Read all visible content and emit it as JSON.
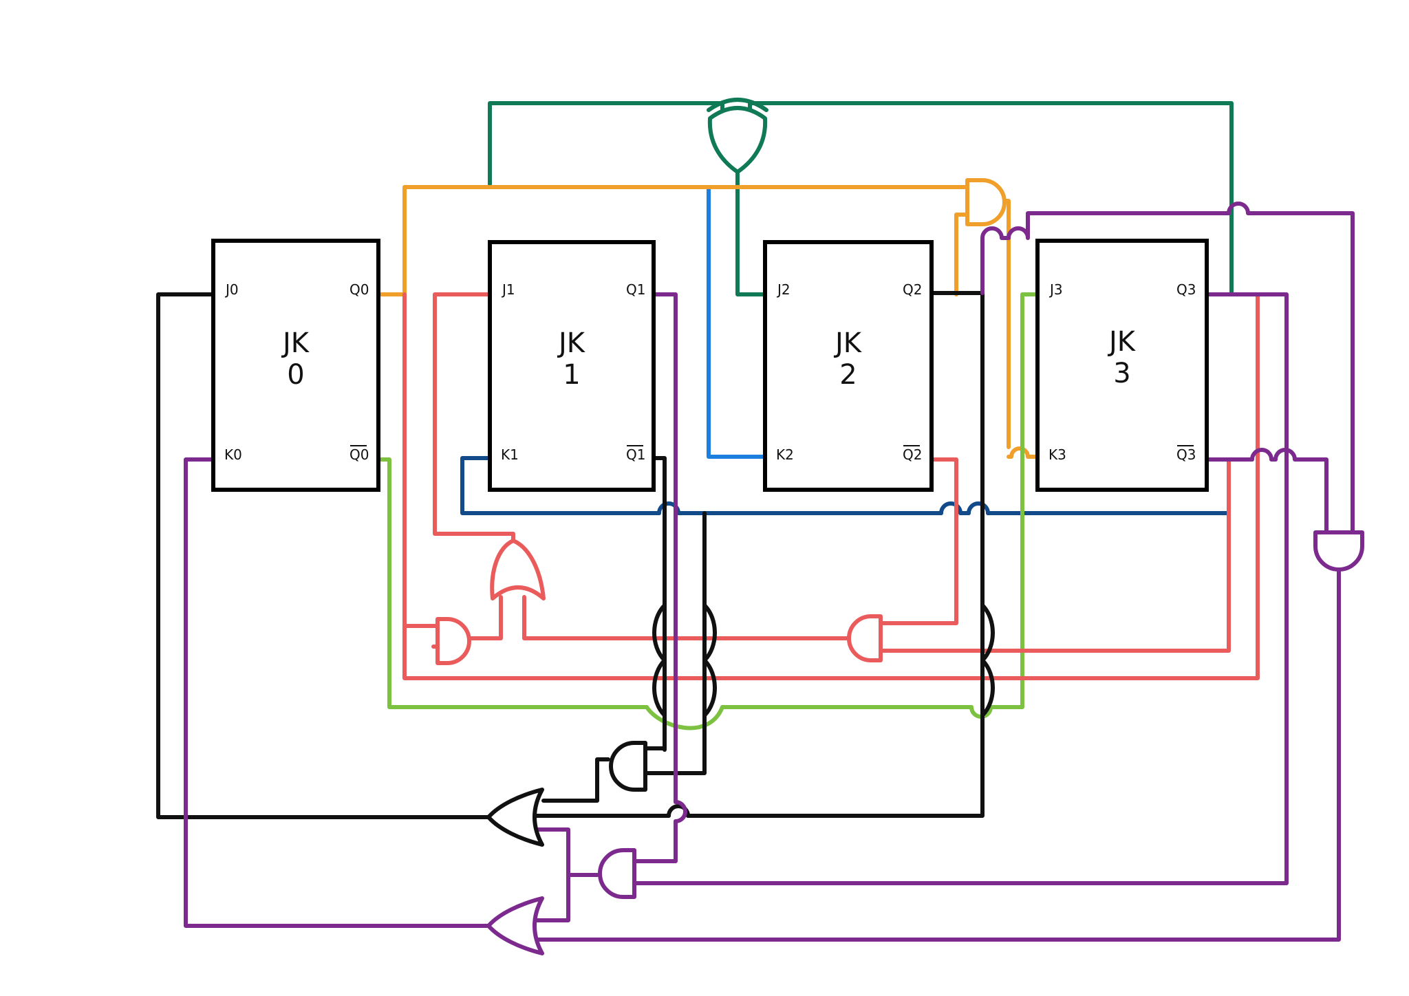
{
  "colors": {
    "black": "#111111",
    "orange": "#ef9f2a",
    "red": "#ea5b5b",
    "purple": "#7d2a8e",
    "teal": "#0f7a55",
    "light_blue": "#1c7fe0",
    "navy": "#124a8a",
    "green": "#7cc140"
  },
  "flip_flops": [
    {
      "title_line1": "JK",
      "title_line2": "0",
      "j": "J0",
      "k": "K0",
      "q": "Q0",
      "qbar": "Q0"
    },
    {
      "title_line1": "JK",
      "title_line2": "1",
      "j": "J1",
      "k": "K1",
      "q": "Q1",
      "qbar": "Q1"
    },
    {
      "title_line1": "JK",
      "title_line2": "2",
      "j": "J2",
      "k": "K2",
      "q": "Q2",
      "qbar": "Q2"
    },
    {
      "title_line1": "JK",
      "title_line2": "3",
      "j": "J3",
      "k": "K3",
      "q": "Q3",
      "qbar": "Q3"
    }
  ],
  "gates": [
    {
      "type": "xor",
      "color": "teal"
    },
    {
      "type": "and",
      "color": "orange"
    },
    {
      "type": "or",
      "color": "red"
    },
    {
      "type": "and",
      "color": "red"
    },
    {
      "type": "and",
      "color": "red"
    },
    {
      "type": "and",
      "color": "black"
    },
    {
      "type": "or",
      "color": "black"
    },
    {
      "type": "and",
      "color": "purple"
    },
    {
      "type": "or",
      "color": "purple"
    },
    {
      "type": "and",
      "color": "purple"
    }
  ]
}
